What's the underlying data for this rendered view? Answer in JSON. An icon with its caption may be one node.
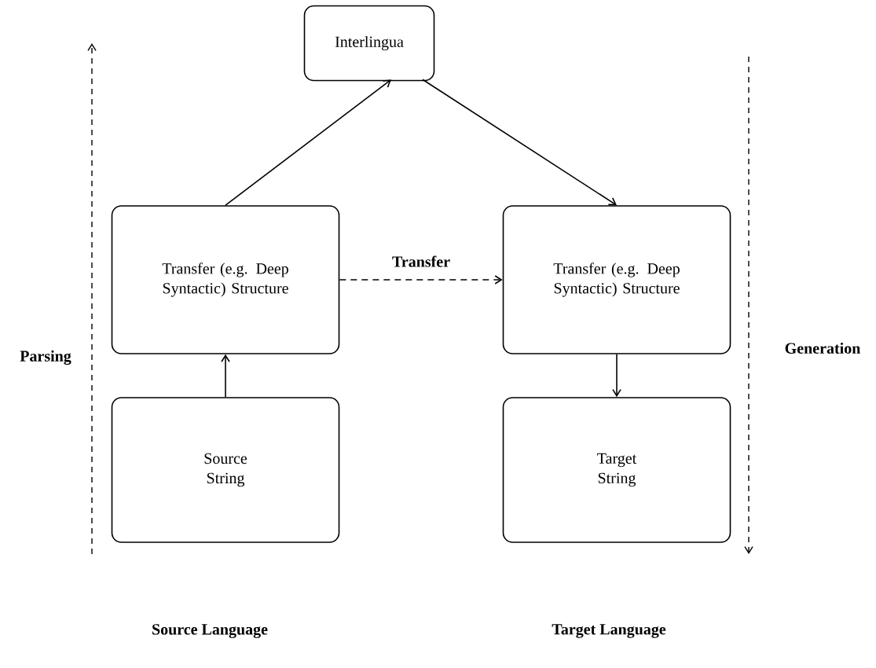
{
  "diagram": {
    "nodes": [
      {
        "text": [
          "Interlingua"
        ]
      },
      {
        "text": [
          "Transfer (e.g. Deep Syntactic) Structure"
        ]
      },
      {
        "text": [
          "Transfer (e.g. Deep Syntactic) Structure"
        ]
      },
      {
        "text": [
          "Source String"
        ]
      },
      {
        "text": [
          "Target String"
        ]
      }
    ],
    "edges": [
      {
        "from": 1,
        "to": 0,
        "arrow": "to"
      },
      {
        "from": 0,
        "to": 2,
        "arrow": "to"
      },
      {
        "from": 1,
        "to": 2,
        "arrow": "to",
        "label": "Transfer",
        "style": "dashed"
      },
      {
        "from": 3,
        "to": 1,
        "arrow": "to"
      },
      {
        "from": 2,
        "to": 4,
        "arrow": "to"
      }
    ],
    "labels": [
      "Parsing",
      "Generation",
      "Source Language",
      "Target Language"
    ]
  }
}
